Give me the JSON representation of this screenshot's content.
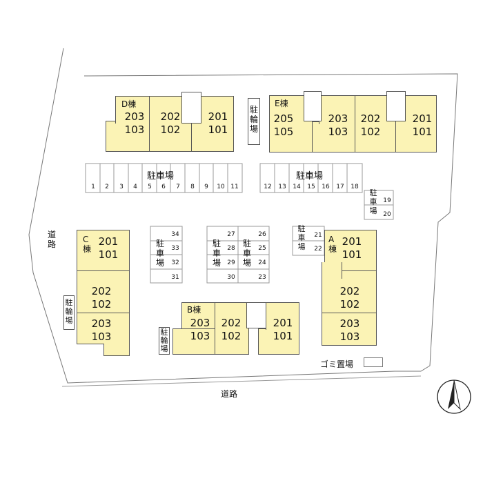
{
  "buildings": {
    "D": {
      "label": "D棟",
      "units": [
        [
          "203",
          "103"
        ],
        [
          "202",
          "102"
        ],
        [
          "201",
          "101"
        ]
      ]
    },
    "E": {
      "label": "E棟",
      "units": [
        [
          "205",
          "105"
        ],
        [
          "203",
          "103"
        ],
        [
          "202",
          "102"
        ],
        [
          "201",
          "101"
        ]
      ]
    },
    "C": {
      "label": "C\n棟",
      "units": [
        [
          "201",
          "101"
        ],
        [
          "202",
          "102"
        ],
        [
          "203",
          "103"
        ]
      ]
    },
    "A": {
      "label": "A\n棟",
      "units": [
        [
          "201",
          "101"
        ],
        [
          "202",
          "102"
        ],
        [
          "203",
          "103"
        ]
      ]
    },
    "B": {
      "label": "B棟",
      "units": [
        [
          "203",
          "103"
        ],
        [
          "202",
          "102"
        ],
        [
          "201",
          "101"
        ]
      ]
    }
  },
  "labels": {
    "parking": "駐車場",
    "bicycle": "駐輪場",
    "garbage": "ゴミ置場",
    "road": "道路"
  },
  "parking_spaces": {
    "row_top_left": [
      "1",
      "2",
      "3",
      "4",
      "5",
      "6",
      "7",
      "8",
      "9",
      "10",
      "11"
    ],
    "row_top_right": [
      "12",
      "13",
      "14",
      "15",
      "16",
      "17",
      "18"
    ],
    "right_side": [
      "19",
      "20"
    ],
    "near_a": [
      "21",
      "22"
    ],
    "center_right": [
      "26",
      "25",
      "24",
      "23"
    ],
    "center_left": [
      "27",
      "28",
      "29",
      "30"
    ],
    "left_block": [
      "34",
      "33",
      "32",
      "31"
    ]
  }
}
